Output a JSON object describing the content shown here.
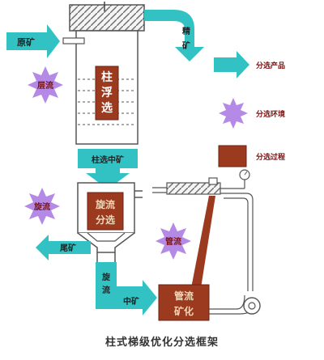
{
  "labels": {
    "feed": "原矿",
    "concentrate": "精矿",
    "column_process": "柱浮选",
    "layer_flow": "层流",
    "column_middling": "柱选中矿",
    "cyclone_process": "旋流分选",
    "cyclone_flow": "旋流",
    "tailings": "尾矿",
    "pipe_flow": "管流",
    "cyclone_middling_a": "旋流",
    "cyclone_middling_b": "中矿",
    "pipe_mineralization": "管流矿化"
  },
  "legend": {
    "product": "分选产品",
    "flow_regime": "分选环境",
    "process": "分选过程"
  },
  "caption": "柱式梯级优化分选框架",
  "colors": {
    "teal": "#33c2c4",
    "brown": "#9c3a1f",
    "star": "#b58ae6",
    "hatch": "#6d6d6d"
  },
  "icons": {
    "pump": "pump-icon",
    "pressure_gauge": "pressure-gauge-icon"
  }
}
